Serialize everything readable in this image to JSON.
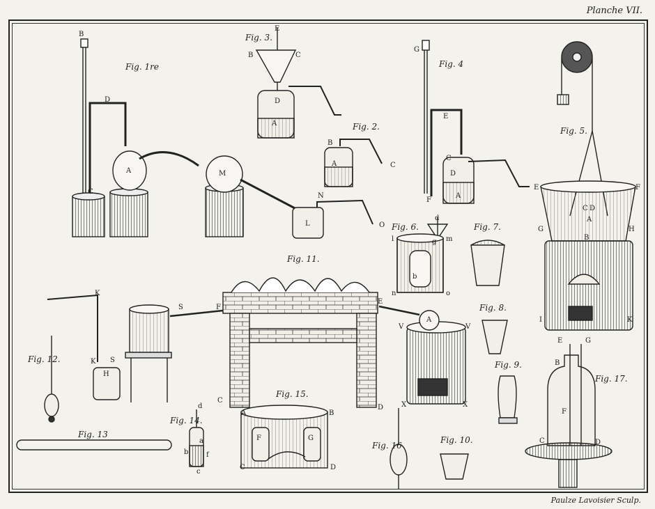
{
  "plate": {
    "title": "Planche VII.",
    "engraver": "Paulze Lavoisier Sculp."
  },
  "figures": {
    "fig1": "Fig. 1re",
    "fig2": "Fig. 2.",
    "fig3": "Fig. 3.",
    "fig4": "Fig. 4",
    "fig5": "Fig. 5.",
    "fig6": "Fig. 6.",
    "fig7": "Fig. 7.",
    "fig8": "Fig. 8.",
    "fig9": "Fig. 9.",
    "fig10": "Fig. 10.",
    "fig11": "Fig. 11.",
    "fig12": "Fig. 12.",
    "fig13": "Fig. 13",
    "fig14": "Fig. 14.",
    "fig15": "Fig. 15.",
    "fig16": "Fig. 16",
    "fig17": "Fig. 17."
  },
  "letters": {
    "fig1": [
      "B",
      "D",
      "A",
      "C",
      "M",
      "N",
      "L",
      "O"
    ],
    "fig2": [
      "B",
      "A",
      "C"
    ],
    "fig3": [
      "E",
      "B",
      "C",
      "D",
      "A"
    ],
    "fig4": [
      "G",
      "E",
      "C",
      "D",
      "A",
      "F"
    ],
    "fig5": [
      "E",
      "F",
      "C",
      "D",
      "A",
      "B",
      "G",
      "H",
      "I",
      "K"
    ],
    "fig6": [
      "d",
      "l",
      "m",
      "g",
      "b",
      "n",
      "o"
    ],
    "fig11": [
      "E",
      "F",
      "S",
      "C",
      "D",
      "A",
      "V",
      "V",
      "X",
      "X",
      "K",
      "K",
      "S",
      "H"
    ],
    "fig14": [
      "d",
      "a",
      "b",
      "f",
      "c"
    ],
    "fig15": [
      "A",
      "B",
      "C",
      "D",
      "F",
      "G"
    ],
    "fig17": [
      "E",
      "G",
      "B",
      "F",
      "C",
      "D"
    ]
  }
}
